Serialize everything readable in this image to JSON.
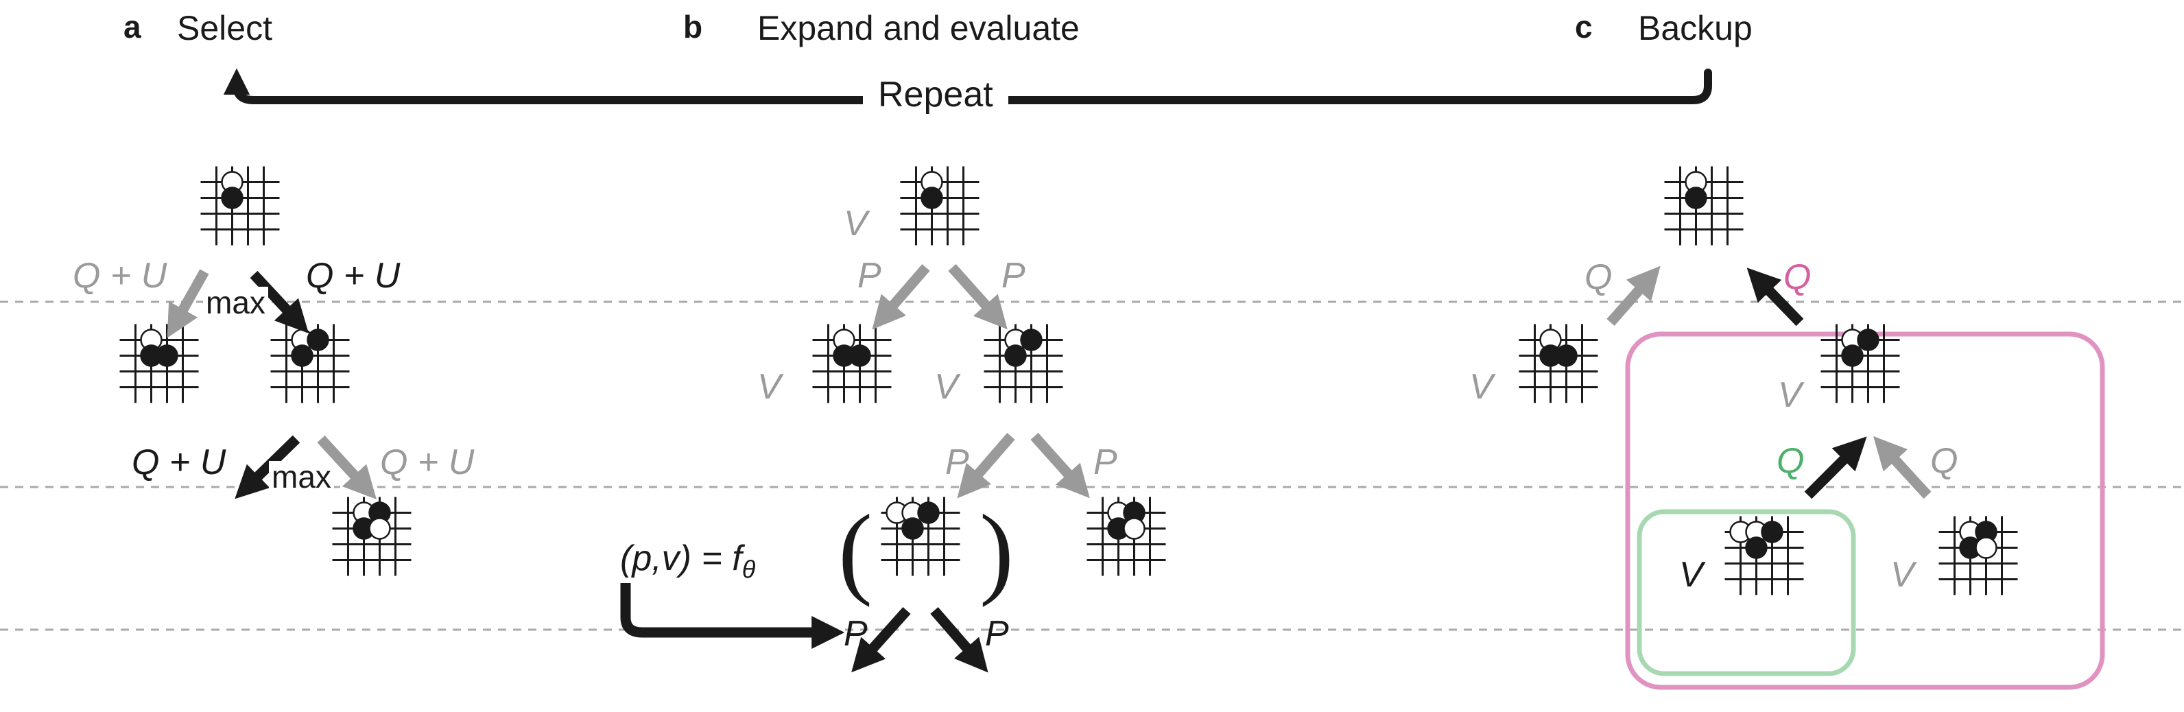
{
  "panels": {
    "a": {
      "letter": "a",
      "title": "Select"
    },
    "b": {
      "letter": "b",
      "title": "Expand and evaluate"
    },
    "c": {
      "letter": "c",
      "title": "Backup"
    }
  },
  "repeat_label": "Repeat",
  "labels": {
    "q_plus_u": "Q + U",
    "max": "max",
    "v": "V",
    "p": "P",
    "q": "Q",
    "network_lhs": "(p,v) = f",
    "network_subscript": "θ"
  },
  "colors": {
    "dark": "#1a1a1a",
    "gray": "#9a9a9a",
    "pink": "#d6609f",
    "green": "#4caf6a",
    "dashed_line": "#aaaaaa"
  },
  "icons": [
    "go-board-icon",
    "black-stone-icon",
    "white-stone-icon",
    "arrow-icon"
  ]
}
